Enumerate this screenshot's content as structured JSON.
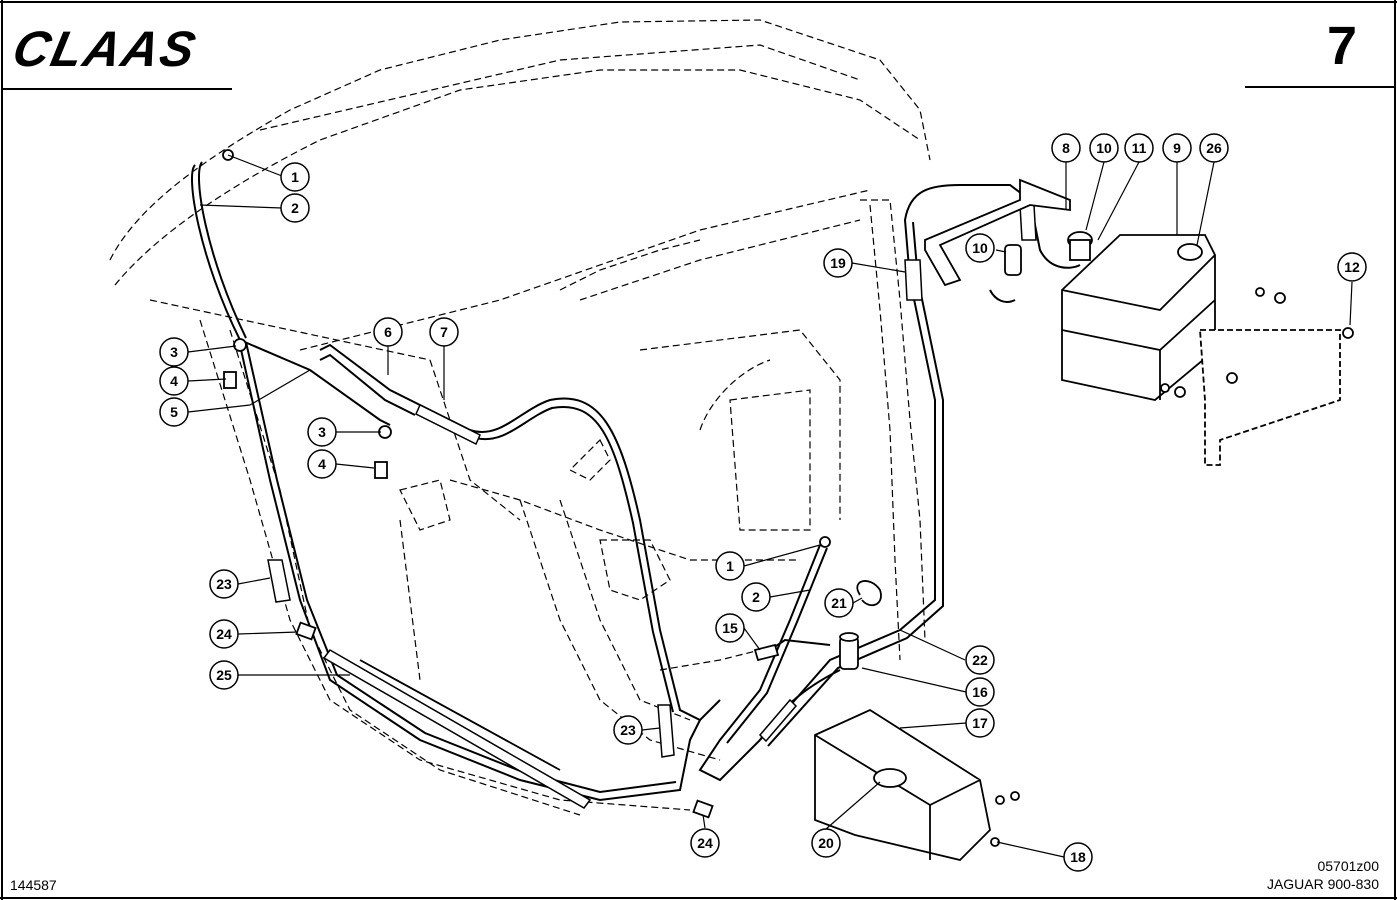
{
  "header": {
    "brand": "CLAAS",
    "page_number": "7"
  },
  "footer": {
    "doc_number": "144587",
    "drawing_code": "05701z00",
    "model": "JAGUAR 900-830"
  },
  "callouts": [
    "1",
    "2",
    "3",
    "4",
    "5",
    "3",
    "4",
    "6",
    "7",
    "8",
    "10",
    "11",
    "9",
    "26",
    "10",
    "19",
    "12",
    "1",
    "2",
    "21",
    "15",
    "22",
    "16",
    "17",
    "23",
    "24",
    "25",
    "23",
    "24",
    "20",
    "18"
  ]
}
